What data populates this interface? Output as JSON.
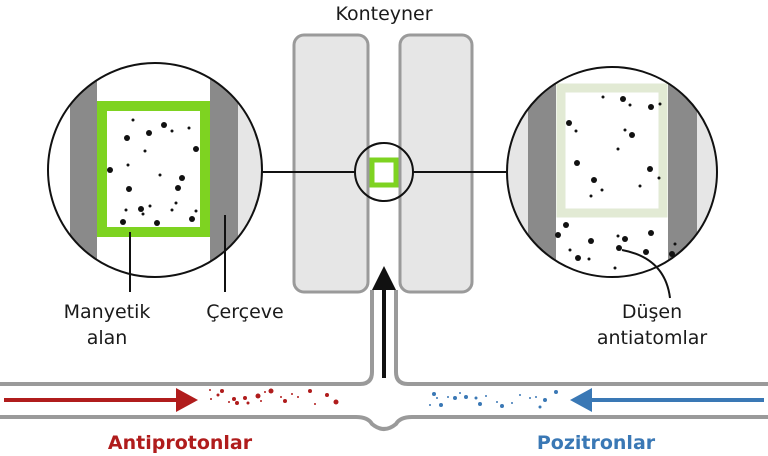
{
  "labels": {
    "container": "Konteyner",
    "magnetic_field_line1": "Manyetik",
    "magnetic_field_line2": "alan",
    "frame": "Çerçeve",
    "falling_line1": "Düşen",
    "falling_line2": "antiatomlar",
    "antiprotons": "Antiprotonlar",
    "positrons": "Pozitronlar"
  },
  "colors": {
    "antiproton": "#b01c1c",
    "positron": "#3a78b5",
    "field_frame": "#7ed321",
    "faded_frame": "#e2ead4",
    "container_fill": "#e6e6e6",
    "container_stroke": "#9a9a9a",
    "wall": "#8a8a8a"
  }
}
